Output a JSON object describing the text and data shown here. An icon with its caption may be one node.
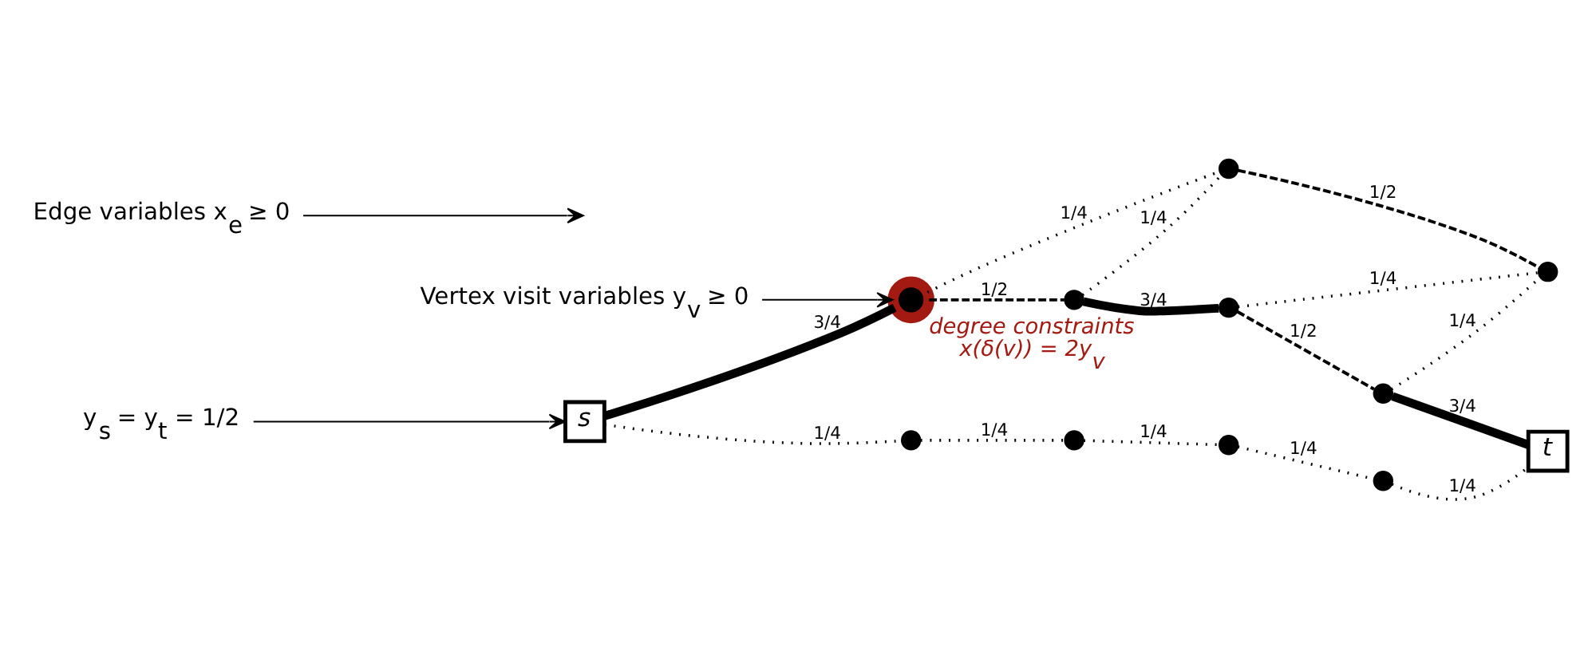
{
  "diagram": {
    "nodes": [
      {
        "text": [
          "s"
        ]
      },
      {
        "text": [
          "t"
        ]
      },
      {
        "text": [],
        "shape": "circle",
        "beside": [
          "degree constraints",
          "x(δ(v)) = 2y$_{v}$"
        ]
      },
      {
        "text": [],
        "shape": "circle"
      },
      {
        "text": [],
        "shape": "circle"
      },
      {
        "text": [],
        "shape": "circle"
      },
      {
        "text": [],
        "shape": "circle"
      },
      {
        "text": [],
        "shape": "circle"
      },
      {
        "text": [],
        "shape": "circle"
      },
      {
        "text": [],
        "shape": "circle"
      },
      {
        "text": [],
        "shape": "circle"
      },
      {
        "text": [],
        "shape": "circle"
      },
      {
        "text": [
          "Vertex visit variables y$_{v}$ ≥ 0"
        ]
      },
      {
        "text": [
          "y$_{s}$ = y$_{t}$ = 1/2"
        ]
      },
      {
        "text": [
          "Edge variables x$_{e}$ ≥ 0"
        ]
      }
    ],
    "edges": [
      {
        "from": 0,
        "to": 2,
        "arrow": "none",
        "label": "3/4",
        "style": "thick"
      },
      {
        "from": 2,
        "to": 3,
        "arrow": "none",
        "label": "1/2",
        "style": "dashed"
      },
      {
        "from": 3,
        "to": 4,
        "arrow": "none",
        "label": "3/4",
        "style": "thick"
      },
      {
        "from": 4,
        "to": 5,
        "arrow": "none",
        "label": "1/2",
        "style": "dashed"
      },
      {
        "from": 5,
        "to": 1,
        "arrow": "none",
        "label": "3/4",
        "style": "thick"
      },
      {
        "from": 2,
        "to": 6,
        "arrow": "none",
        "label": "1/4",
        "style": "dashed"
      },
      {
        "from": 3,
        "to": 6,
        "arrow": "none",
        "label": "1/4",
        "style": "dashed"
      },
      {
        "from": 4,
        "to": 7,
        "arrow": "none",
        "label": "1/4",
        "style": "dashed"
      },
      {
        "from": 5,
        "to": 7,
        "arrow": "none",
        "label": "1/4",
        "style": "dashed"
      },
      {
        "from": 6,
        "to": 7,
        "arrow": "none",
        "label": "1/2",
        "style": "dashed"
      },
      {
        "from": 0,
        "to": 8,
        "arrow": "none",
        "label": "1/4",
        "style": "dashed"
      },
      {
        "from": 8,
        "to": 9,
        "arrow": "none",
        "label": "1/4",
        "style": "dashed"
      },
      {
        "from": 9,
        "to": 10,
        "arrow": "none",
        "label": "1/4",
        "style": "dashed"
      },
      {
        "from": 10,
        "to": 11,
        "arrow": "none",
        "label": "1/4",
        "style": "dashed"
      },
      {
        "from": 11,
        "to": 1,
        "arrow": "none",
        "label": "1/4",
        "style": "dashed"
      },
      {
        "from": 12,
        "to": 2,
        "arrow": "to"
      },
      {
        "from": 13,
        "to": 0,
        "arrow": "to"
      },
      {
        "from": 14,
        "to": null,
        "arrow": "to"
      }
    ]
  }
}
